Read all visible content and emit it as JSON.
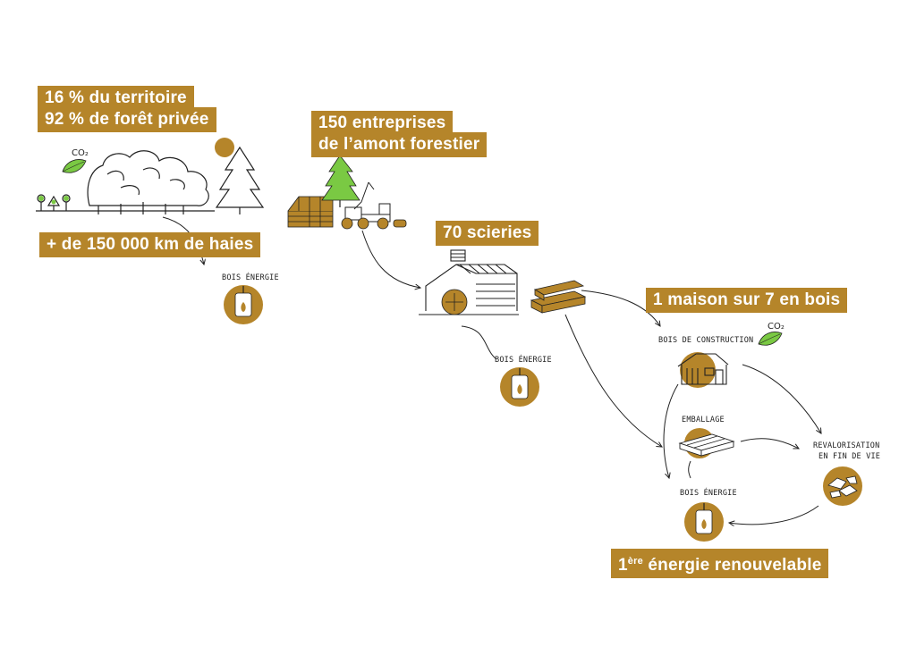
{
  "labels": {
    "territoire_line1": "16 % du territoire",
    "territoire_line2": "92 % de forêt privée",
    "entreprises_line1": "150 entreprises",
    "entreprises_line2": "de l’amont forestier",
    "haies": "+ de 150 000 km de haies",
    "scieries": "70 scieries",
    "maison": "1 maison sur 7 en bois",
    "energie_prefix": "1",
    "energie_sup": "ère",
    "energie_rest": " énergie renouvelable"
  },
  "small_labels": {
    "bois_energie": "BOIS ÉNERGIE",
    "bois_construction": "BOIS DE CONSTRUCTION",
    "emballage": "EMBALLAGE",
    "revalorisation_line1": "REVALORISATION",
    "revalorisation_line2": "EN FIN DE VIE"
  },
  "co2": "CO₂",
  "colors": {
    "accent": "#b5852a",
    "leaf": "#7ac943",
    "ink": "#222222",
    "background": "#ffffff"
  },
  "icons": [
    "leaf-icon",
    "forest-icon",
    "tree-icon",
    "log-pile-icon",
    "harvester-icon",
    "sawmill-icon",
    "lumber-stack-icon",
    "stove-icon",
    "cabin-icon",
    "pallet-icon",
    "wood-chips-icon",
    "sun-icon"
  ]
}
